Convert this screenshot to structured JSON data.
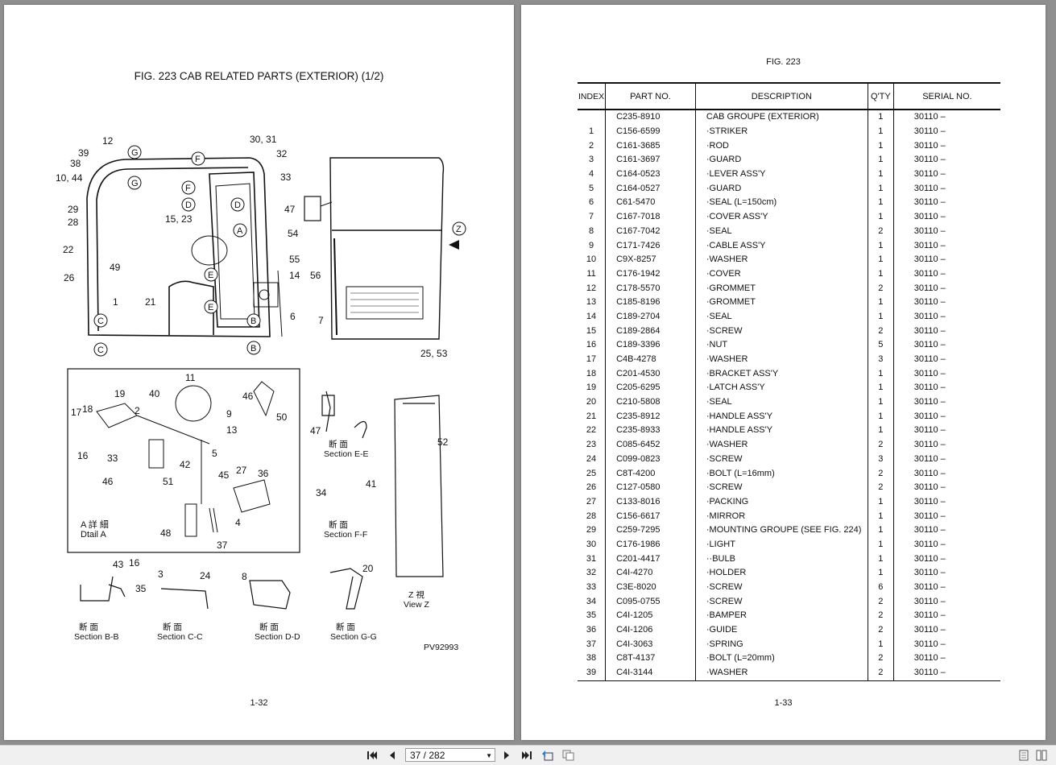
{
  "left_page": {
    "title": "FIG. 223 CAB RELATED PARTS (EXTERIOR) (1/2)",
    "page_number": "1-32",
    "diagram_code": "PV92993",
    "callouts": [
      "12",
      "39",
      "38",
      "10, 44",
      "29",
      "28",
      "22",
      "26",
      "49",
      "1",
      "21",
      "30, 31",
      "32",
      "33",
      "47",
      "15, 23",
      "54",
      "55",
      "14",
      "6",
      "7",
      "56",
      "25, 53"
    ],
    "section_letters": [
      "G",
      "F",
      "D",
      "A",
      "E",
      "B",
      "C",
      "Z"
    ],
    "detail_a_callouts": [
      "11",
      "19",
      "40",
      "2",
      "17",
      "18",
      "16",
      "33",
      "46",
      "51",
      "42",
      "9",
      "13",
      "46",
      "50",
      "5",
      "45",
      "27",
      "36",
      "48",
      "4",
      "37"
    ],
    "detail_a_label_jp": "A 詳 細",
    "detail_a_label": "Dtail A",
    "section_labels": [
      {
        "jp": "断 面",
        "en": "Section E-E"
      },
      {
        "jp": "断 面",
        "en": "Section F-F"
      },
      {
        "jp": "断 面",
        "en": "Section B-B"
      },
      {
        "jp": "断 面",
        "en": "Section C-C"
      },
      {
        "jp": "断 面",
        "en": "Section D-D"
      },
      {
        "jp": "断 面",
        "en": "Section G-G"
      }
    ],
    "view_z_jp": "Z 視",
    "view_z": "View Z",
    "section_callouts": [
      "47",
      "34",
      "41",
      "52",
      "43",
      "16",
      "35",
      "3",
      "24",
      "8",
      "20"
    ]
  },
  "right_page": {
    "title": "FIG. 223",
    "page_number": "1-33",
    "table": {
      "headers": [
        "INDEX",
        "PART NO.",
        "DESCRIPTION",
        "Q'TY",
        "SERIAL NO."
      ],
      "rows": [
        [
          "",
          "C235-8910",
          "CAB GROUPE (EXTERIOR)",
          "1",
          "30110 –"
        ],
        [
          "1",
          "C156-6599",
          "·STRIKER",
          "1",
          "30110 –"
        ],
        [
          "2",
          "C161-3685",
          "·ROD",
          "1",
          "30110 –"
        ],
        [
          "3",
          "C161-3697",
          "·GUARD",
          "1",
          "30110 –"
        ],
        [
          "4",
          "C164-0523",
          "·LEVER ASS'Y",
          "1",
          "30110 –"
        ],
        [
          "5",
          "C164-0527",
          "·GUARD",
          "1",
          "30110 –"
        ],
        [
          "6",
          "C61-5470",
          "·SEAL (L=150cm)",
          "1",
          "30110 –"
        ],
        [
          "7",
          "C167-7018",
          "·COVER ASS'Y",
          "1",
          "30110 –"
        ],
        [
          "8",
          "C167-7042",
          "·SEAL",
          "2",
          "30110 –"
        ],
        [
          "9",
          "C171-7426",
          "·CABLE ASS'Y",
          "1",
          "30110 –"
        ],
        [
          "10",
          "C9X-8257",
          "·WASHER",
          "1",
          "30110 –"
        ],
        [
          "11",
          "C176-1942",
          "·COVER",
          "1",
          "30110 –"
        ],
        [
          "12",
          "C178-5570",
          "·GROMMET",
          "2",
          "30110 –"
        ],
        [
          "13",
          "C185-8196",
          "·GROMMET",
          "1",
          "30110 –"
        ],
        [
          "14",
          "C189-2704",
          "·SEAL",
          "1",
          "30110 –"
        ],
        [
          "15",
          "C189-2864",
          "·SCREW",
          "2",
          "30110 –"
        ],
        [
          "16",
          "C189-3396",
          "·NUT",
          "5",
          "30110 –"
        ],
        [
          "17",
          "C4B-4278",
          "·WASHER",
          "3",
          "30110 –"
        ],
        [
          "18",
          "C201-4530",
          "·BRACKET ASS'Y",
          "1",
          "30110 –"
        ],
        [
          "19",
          "C205-6295",
          "·LATCH ASS'Y",
          "1",
          "30110 –"
        ],
        [
          "20",
          "C210-5808",
          "·SEAL",
          "1",
          "30110 –"
        ],
        [
          "21",
          "C235-8912",
          "·HANDLE ASS'Y",
          "1",
          "30110 –"
        ],
        [
          "22",
          "C235-8933",
          "·HANDLE ASS'Y",
          "1",
          "30110 –"
        ],
        [
          "23",
          "C085-6452",
          "·WASHER",
          "2",
          "30110 –"
        ],
        [
          "24",
          "C099-0823",
          "·SCREW",
          "3",
          "30110 –"
        ],
        [
          "25",
          "C8T-4200",
          "·BOLT (L=16mm)",
          "2",
          "30110 –"
        ],
        [
          "26",
          "C127-0580",
          "·SCREW",
          "2",
          "30110 –"
        ],
        [
          "27",
          "C133-8016",
          "·PACKING",
          "1",
          "30110 –"
        ],
        [
          "28",
          "C156-6617",
          "·MIRROR",
          "1",
          "30110 –"
        ],
        [
          "29",
          "C259-7295",
          "·MOUNTING GROUPE (SEE FIG. 224)",
          "1",
          "30110 –"
        ],
        [
          "30",
          "C176-1986",
          "·LIGHT",
          "1",
          "30110 –"
        ],
        [
          "31",
          "C201-4417",
          "··BULB",
          "1",
          "30110 –"
        ],
        [
          "32",
          "C4I-4270",
          "·HOLDER",
          "1",
          "30110 –"
        ],
        [
          "33",
          "C3E-8020",
          "·SCREW",
          "6",
          "30110 –"
        ],
        [
          "34",
          "C095-0755",
          "·SCREW",
          "2",
          "30110 –"
        ],
        [
          "35",
          "C4I-1205",
          "·BAMPER",
          "2",
          "30110 –"
        ],
        [
          "36",
          "C4I-1206",
          "·GUIDE",
          "2",
          "30110 –"
        ],
        [
          "37",
          "C4I-3063",
          "·SPRING",
          "1",
          "30110 –"
        ],
        [
          "38",
          "C8T-4137",
          "·BOLT (L=20mm)",
          "2",
          "30110 –"
        ],
        [
          "39",
          "C4I-3144",
          "·WASHER",
          "2",
          "30110 –"
        ]
      ]
    }
  },
  "toolbar": {
    "page_indicator": "37 / 282",
    "icons": [
      "first-page-icon",
      "prev-page-icon",
      "next-page-icon",
      "last-page-icon",
      "rotate-icon",
      "copy-icon",
      "single-page-icon",
      "double-page-icon"
    ]
  }
}
